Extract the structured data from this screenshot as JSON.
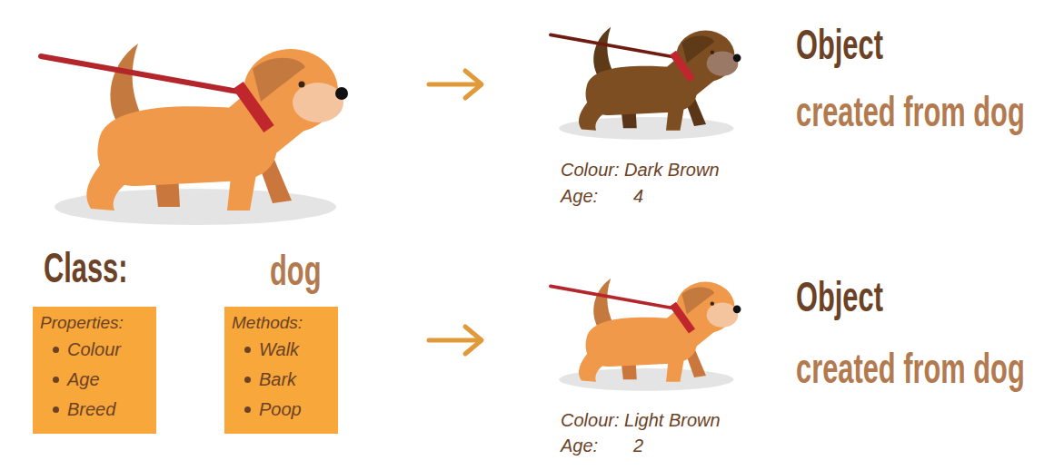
{
  "diagram": {
    "nodes": [
      {
        "text": [
          "Properties:",
          "Colour",
          "Age",
          "Breed"
        ]
      },
      {
        "text": [
          "Methods:",
          "Walk",
          "Bark",
          "Poop"
        ]
      }
    ],
    "labels": [
      "Object",
      "created from dog",
      "Colour: Dark Brown",
      "Age:",
      "4",
      "Class:",
      "dog",
      "Object",
      "created from dog",
      "Colour: Light Brown",
      "Age:",
      "2"
    ]
  }
}
